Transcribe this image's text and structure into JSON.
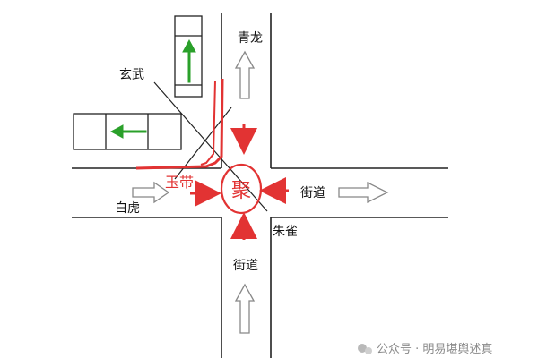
{
  "labels": {
    "qinglong": "青龙",
    "xuanwu": "玄武",
    "baihu": "白虎",
    "zhuque": "朱雀",
    "street_right": "街道",
    "street_bottom": "街道",
    "jade_belt": "玉带",
    "gather": "聚"
  },
  "watermark": {
    "icon": "wechat-icon",
    "text": "公众号 · 明易堪舆述真"
  },
  "colors": {
    "line": "#222222",
    "accent_red": "#e23333",
    "car_arrow_green": "#2aa02a",
    "street_arrow": "#888888"
  }
}
